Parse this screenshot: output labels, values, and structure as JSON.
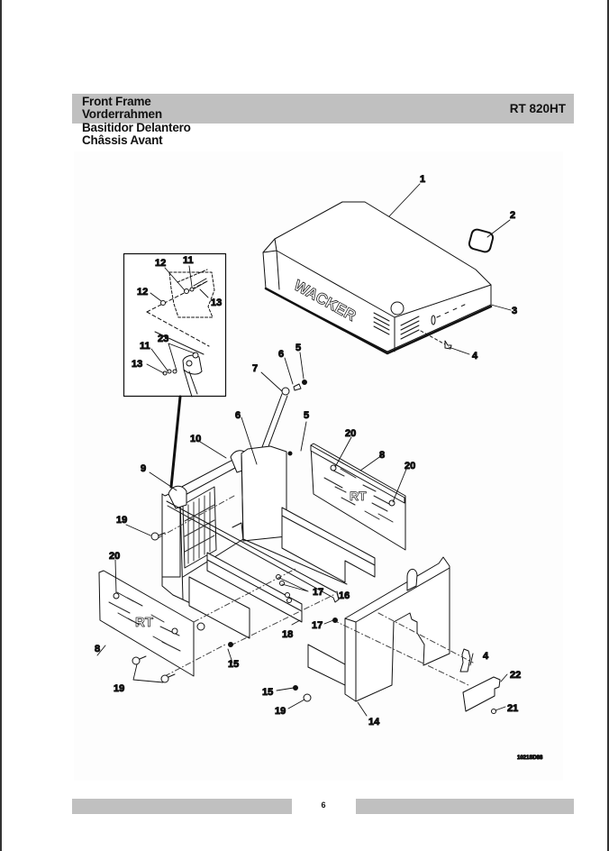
{
  "header": {
    "titles": [
      "Front Frame",
      "Vorderrahmen",
      "Basitidor Delantero",
      "Châssis Avant"
    ],
    "model": "RT 820HT"
  },
  "drawing": {
    "code": "1021SD88",
    "hood_logo": "WACKER",
    "panel_logo": "RT",
    "callouts": {
      "c1": "1",
      "c2": "2",
      "c3": "3",
      "c4a": "4",
      "c4b": "4",
      "c5a": "5",
      "c5b": "5",
      "c6a": "6",
      "c6b": "6",
      "c7": "7",
      "c8a": "8",
      "c8b": "8",
      "c9": "9",
      "c10": "10",
      "c11a": "11",
      "c11b": "11",
      "c12a": "12",
      "c12b": "12",
      "c13a": "13",
      "c13b": "13",
      "c14": "14",
      "c15a": "15",
      "c15b": "15",
      "c16": "16",
      "c17a": "17",
      "c17b": "17",
      "c18": "18",
      "c19a": "19",
      "c19b": "19",
      "c19c": "19",
      "c20a": "20",
      "c20b": "20",
      "c20c": "20",
      "c21": "21",
      "c22": "22",
      "c23": "23"
    }
  },
  "footer": {
    "page_number": "6"
  }
}
